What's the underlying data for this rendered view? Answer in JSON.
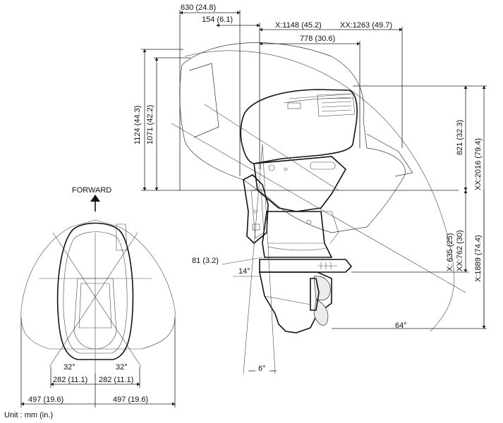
{
  "diagram": {
    "unit_label": "Unit : mm (in.)",
    "forward_label": "FORWARD",
    "top_dims": {
      "d630": "630 (24.8)",
      "d154": "154 (6.1)",
      "x1148": "X:1148 (45.2)",
      "xx1263": "XX:1263 (49.7)",
      "d778": "778 (30.6)"
    },
    "left_dims": {
      "d1124": "1124 (44.3)",
      "d1071": "1071 (42.2)"
    },
    "right_dims": {
      "d821": "821 (32.3)",
      "xx2016": "XX:2016 (79.4)",
      "x635": "X: 635 (25)",
      "xx762": "XX:762 (30)",
      "x1889": "X:1889 (74.4)"
    },
    "angles": {
      "a14": "14°",
      "a64": "64°",
      "a6": "6°",
      "a32_left": "32°",
      "a32_right": "32°"
    },
    "misc_dims": {
      "d81": "81 (3.2)"
    },
    "bottom_dims": {
      "d282_left": "282 (11.1)",
      "d282_right": "282 (11.1)",
      "d497_left": "497 (19.6)",
      "d497_right": "497 (19.6)"
    }
  }
}
